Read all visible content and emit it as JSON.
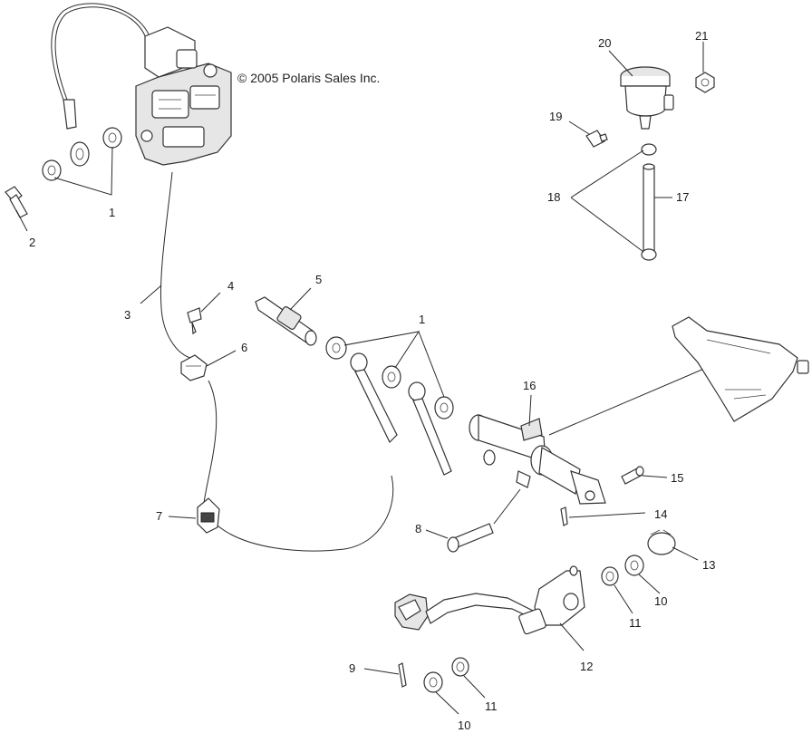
{
  "copyright": "© 2005 Polaris Sales Inc.",
  "callouts": {
    "c1a": "1",
    "c1b": "1",
    "c2": "2",
    "c3": "3",
    "c4": "4",
    "c5": "5",
    "c6": "6",
    "c7": "7",
    "c8": "8",
    "c9": "9",
    "c10a": "10",
    "c10b": "10",
    "c11a": "11",
    "c11b": "11",
    "c12": "12",
    "c13": "13",
    "c14": "14",
    "c15": "15",
    "c16": "16",
    "c17": "17",
    "c18": "18",
    "c19": "19",
    "c20": "20",
    "c21": "21"
  }
}
